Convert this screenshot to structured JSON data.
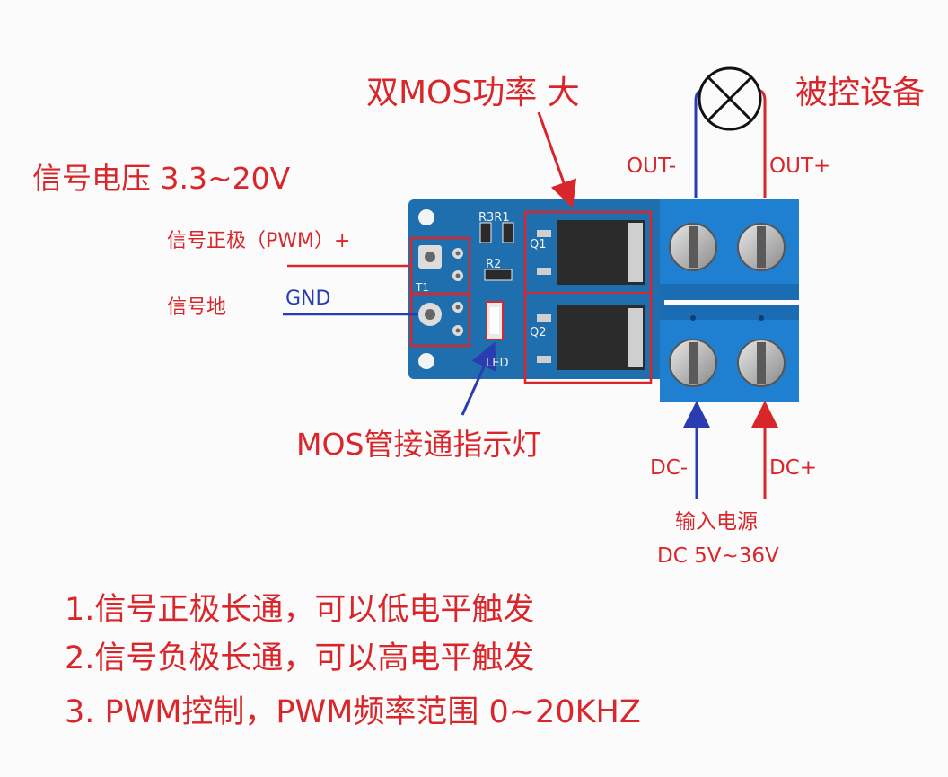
{
  "labels": {
    "title_mos": "双MOS功率 大",
    "controlled_device": "被控设备",
    "signal_voltage": "信号电压 3.3~20V",
    "signal_positive": "信号正极（PWM）+",
    "signal_ground": "信号地",
    "gnd": "GND",
    "out_minus": "OUT-",
    "out_plus": "OUT+",
    "mos_led": "MOS管接通指示灯",
    "dc_minus": "DC-",
    "dc_plus": "DC+",
    "input_power": "输入电源",
    "input_range": "DC 5V~36V"
  },
  "board_marks": {
    "r3r1": "R3R1",
    "r2": "R2",
    "t1": "T1",
    "q1": "Q1",
    "q2": "Q2",
    "led": "LED"
  },
  "notes": [
    "1.信号正极长通，可以低电平触发",
    "2.信号负极长通，可以高电平触发",
    "3.      PWM控制，PWM频率范围 0~20KHZ"
  ],
  "colors": {
    "label_red": "#d9262b",
    "wire_blue": "#2a3db0",
    "pcb_blue": "#1f6fae",
    "terminal_blue": "#1f7fd0"
  }
}
